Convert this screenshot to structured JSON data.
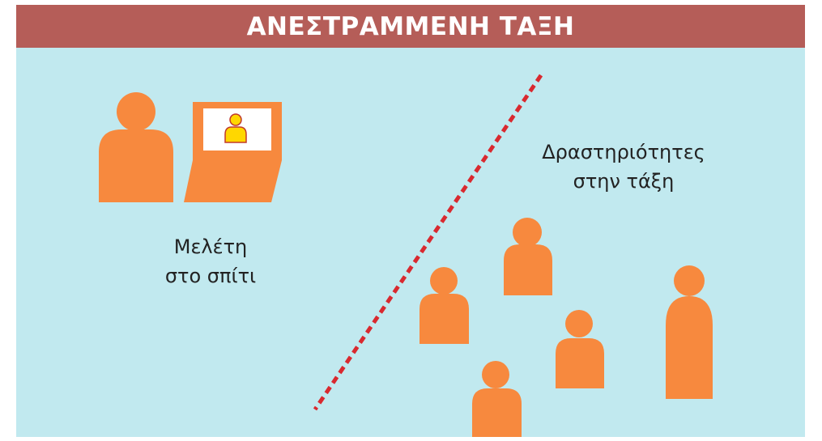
{
  "title": "ΑΝΕΣΤΡΑΜΜΕΝΗ ΤΑΞΗ",
  "home": {
    "line1": "Μελέτη",
    "line2": "στο σπίτι"
  },
  "classroom": {
    "line1": "Δραστηριότητες",
    "line2": "στην τάξη"
  },
  "colors": {
    "background": "#c1e9ef",
    "title_bar": "#b55d58",
    "person": "#f7893e",
    "screen": "#ffffff",
    "screen_person": "#ffd700",
    "screen_person_outline": "#c0392b",
    "divider": "#d9292f"
  },
  "icons": [
    "student-at-home-icon",
    "laptop-icon",
    "video-lecturer-icon",
    "classroom-student-icon",
    "dashed-divider-line"
  ],
  "classroom_students": 5
}
